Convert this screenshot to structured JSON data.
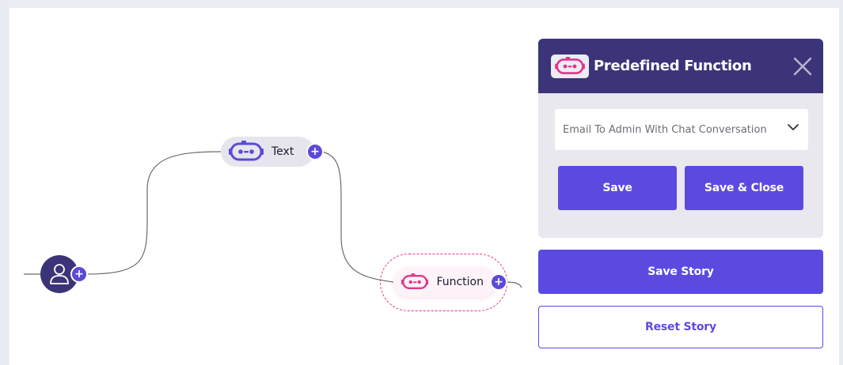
{
  "flow": {
    "text_node": {
      "label": "Text",
      "icon": "bot-icon",
      "plus": "+"
    },
    "function_node": {
      "label": "Function",
      "icon": "bot-icon",
      "plus": "+"
    },
    "user_node": {
      "icon": "user-icon",
      "plus": "+"
    }
  },
  "panel": {
    "title": "Predefined Function",
    "close_icon": "close-icon",
    "select_value": "Email To Admin With Chat Conversation",
    "save_label": "Save",
    "save_close_label": "Save & Close"
  },
  "actions": {
    "save_story_label": "Save Story",
    "reset_story_label": "Reset Story"
  },
  "colors": {
    "primary": "#5c4ae0",
    "header": "#3b3478",
    "accent_pink": "#e3358a",
    "text_node_bg": "#e6e5ed",
    "canvas_bg": "#ffffff",
    "page_bg": "#e9ecf2"
  }
}
